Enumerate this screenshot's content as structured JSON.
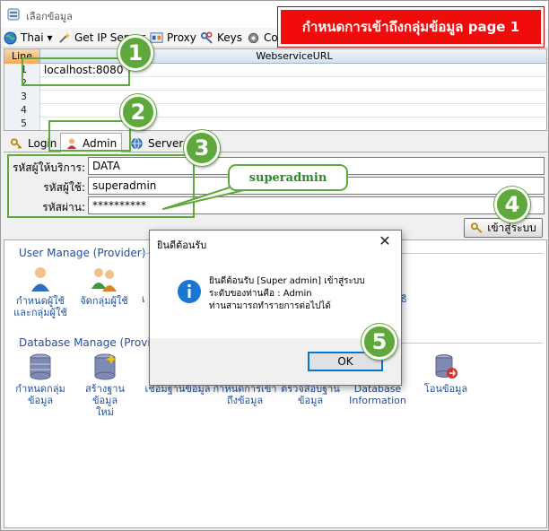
{
  "window": {
    "title": "เลือกข้อมูล"
  },
  "banner": {
    "text": "กำหนดการเข้าถึงกลุ่มข้อมูล page 1"
  },
  "toolbar": {
    "items": [
      {
        "label": "Thai ▾",
        "icon": "globe-icon"
      },
      {
        "label": "Get IP Server",
        "icon": "magic-wand-icon"
      },
      {
        "label": "Proxy",
        "icon": "proxy-icon"
      },
      {
        "label": "Keys",
        "icon": "keys-icon"
      },
      {
        "label": "Cor",
        "icon": "gear-icon"
      }
    ]
  },
  "grid": {
    "headers": {
      "line": "Line",
      "url": "WebserviceURL"
    },
    "rows": [
      {
        "num": "1",
        "url": "localhost:8080"
      },
      {
        "num": "2",
        "url": ""
      },
      {
        "num": "3",
        "url": ""
      },
      {
        "num": "4",
        "url": ""
      },
      {
        "num": "5",
        "url": ""
      }
    ]
  },
  "tabs": [
    {
      "label": "Login",
      "icon": "key-icon"
    },
    {
      "label": "Admin",
      "icon": "admin-user-icon",
      "active": true
    },
    {
      "label": "Server S",
      "icon": "server-globe-icon"
    }
  ],
  "form": {
    "service_label": "รหัสผู้ให้บริการ:",
    "service_value": "DATA",
    "user_label": "รหัสผู้ใช้:",
    "user_value": "superadmin",
    "password_label": "รหัสผ่าน:",
    "password_value": "**********"
  },
  "login_button": {
    "label": "เข้าสู่ระบบ"
  },
  "bubble": {
    "text": "superadmin"
  },
  "user_manage": {
    "title": "User Manage (Provider)",
    "tiles": [
      {
        "label1": "กำหนดผู้ใช้",
        "label2": "และกลุ่มผู้ใช้"
      },
      {
        "label1": "จัดกลุ่มผู้ใช้",
        "label2": ""
      },
      {
        "label1": "เ",
        "label2": ""
      },
      {
        "label1": "ธิ",
        "label2": ""
      }
    ]
  },
  "db_manage": {
    "title": "Database Manage (Provider)",
    "tiles": [
      {
        "label1": "กำหนดกลุ่ม",
        "label2": "ข้อมูล"
      },
      {
        "label1": "สร้างฐานข้อมูล",
        "label2": "ใหม่"
      },
      {
        "label1": "เชื่อมฐานข้อมูล",
        "label2": ""
      },
      {
        "label1": "กำหนดการเข้า",
        "label2": "ถึงข้อมูล"
      },
      {
        "label1": "ตรวจสอบฐาน",
        "label2": "ข้อมูล"
      },
      {
        "label1": "Database",
        "label2": "Information"
      },
      {
        "label1": "โอนข้อมูล",
        "label2": ""
      }
    ]
  },
  "dialog": {
    "title": "ยินดีต้อนรับ",
    "close": "✕",
    "line1": "ยินดีต้อนรับ [Super admin] เข้าสู่ระบบ",
    "line2": "ระดับของท่านคือ : Admin",
    "line3": "ท่านสามารถทำรายการต่อไปได้",
    "ok": "OK"
  },
  "callouts": [
    "1",
    "2",
    "3",
    "4",
    "5"
  ],
  "colors": {
    "accent_green": "#5fa83b",
    "banner_red": "#f10c0c",
    "link_blue": "#1f4e9b"
  }
}
